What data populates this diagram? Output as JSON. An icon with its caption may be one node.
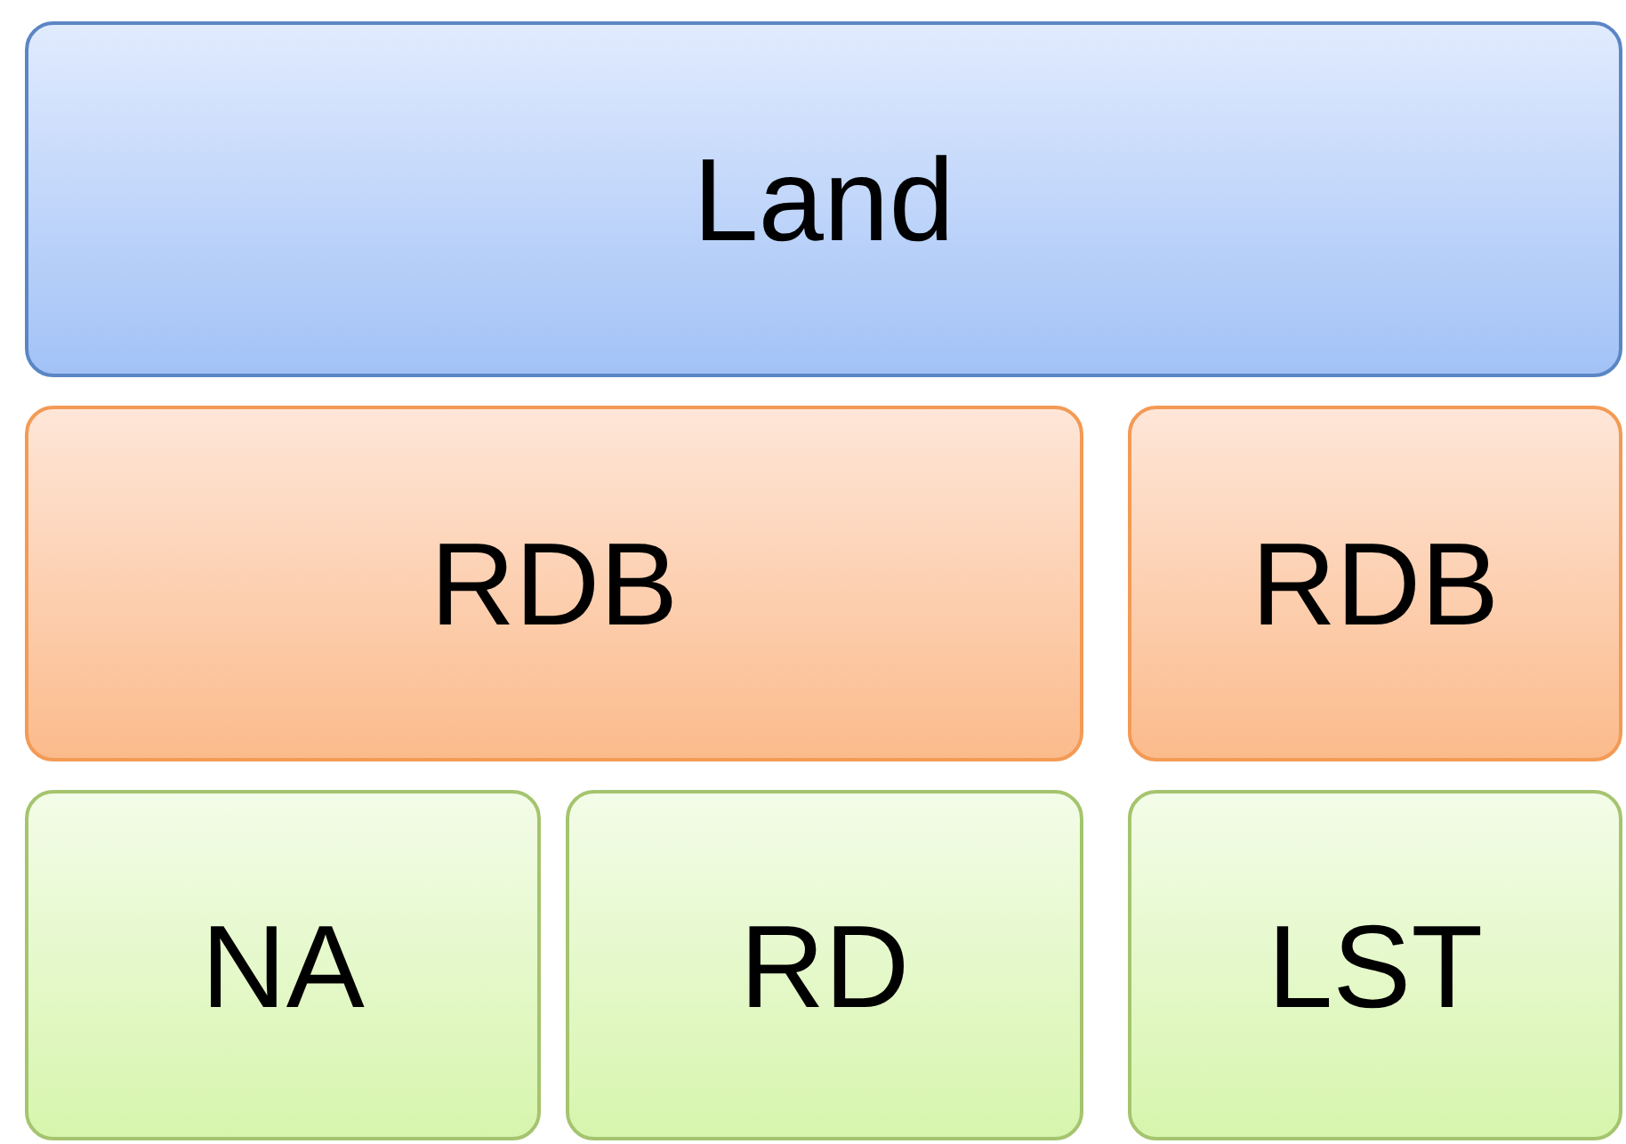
{
  "diagram": {
    "nodes": [
      {
        "text": [
          "Land"
        ]
      },
      {
        "text": [
          "RDB"
        ]
      },
      {
        "text": [
          "RDB"
        ]
      },
      {
        "text": [
          "NA"
        ]
      },
      {
        "text": [
          "RD"
        ]
      },
      {
        "text": [
          "LST"
        ]
      }
    ]
  }
}
